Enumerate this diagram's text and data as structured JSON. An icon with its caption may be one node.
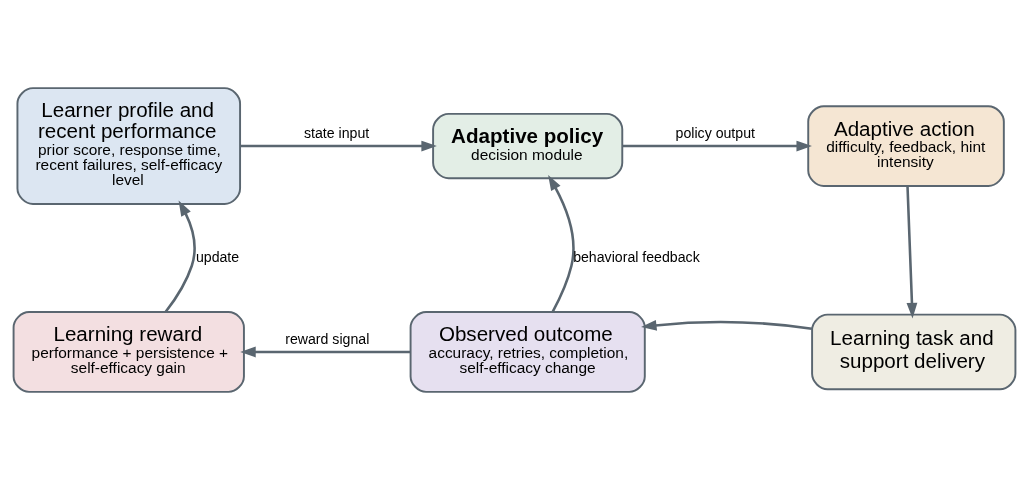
{
  "diagram": {
    "nodes": [
      {
        "text": [
          "Learner profile and recent performance",
          "prior score, response time, recent failures, self-efficacy level"
        ]
      },
      {
        "text": [
          "Adaptive policy",
          "decision module"
        ]
      },
      {
        "text": [
          "Adaptive action",
          "difficulty, feedback, hint intensity"
        ]
      },
      {
        "text": [
          "Learning task and support delivery"
        ]
      },
      {
        "text": [
          "Observed outcome",
          "accuracy, retries, completion, self-efficacy change"
        ]
      },
      {
        "text": [
          "Learning reward",
          "performance + persistence + self-efficacy gain"
        ]
      }
    ],
    "edges": [
      {
        "from": 0,
        "to": 1,
        "arrow": "to",
        "label": "state input"
      },
      {
        "from": 1,
        "to": 2,
        "arrow": "to",
        "label": "policy output"
      },
      {
        "from": 2,
        "to": 3,
        "arrow": "to"
      },
      {
        "from": 3,
        "to": 4,
        "arrow": "to"
      },
      {
        "from": 4,
        "to": 5,
        "arrow": "to",
        "label": "reward signal"
      },
      {
        "from": 5,
        "to": 0,
        "arrow": "to",
        "label": "update"
      },
      {
        "from": 4,
        "to": 1,
        "arrow": "to",
        "label": "behavioral feedback"
      }
    ]
  }
}
